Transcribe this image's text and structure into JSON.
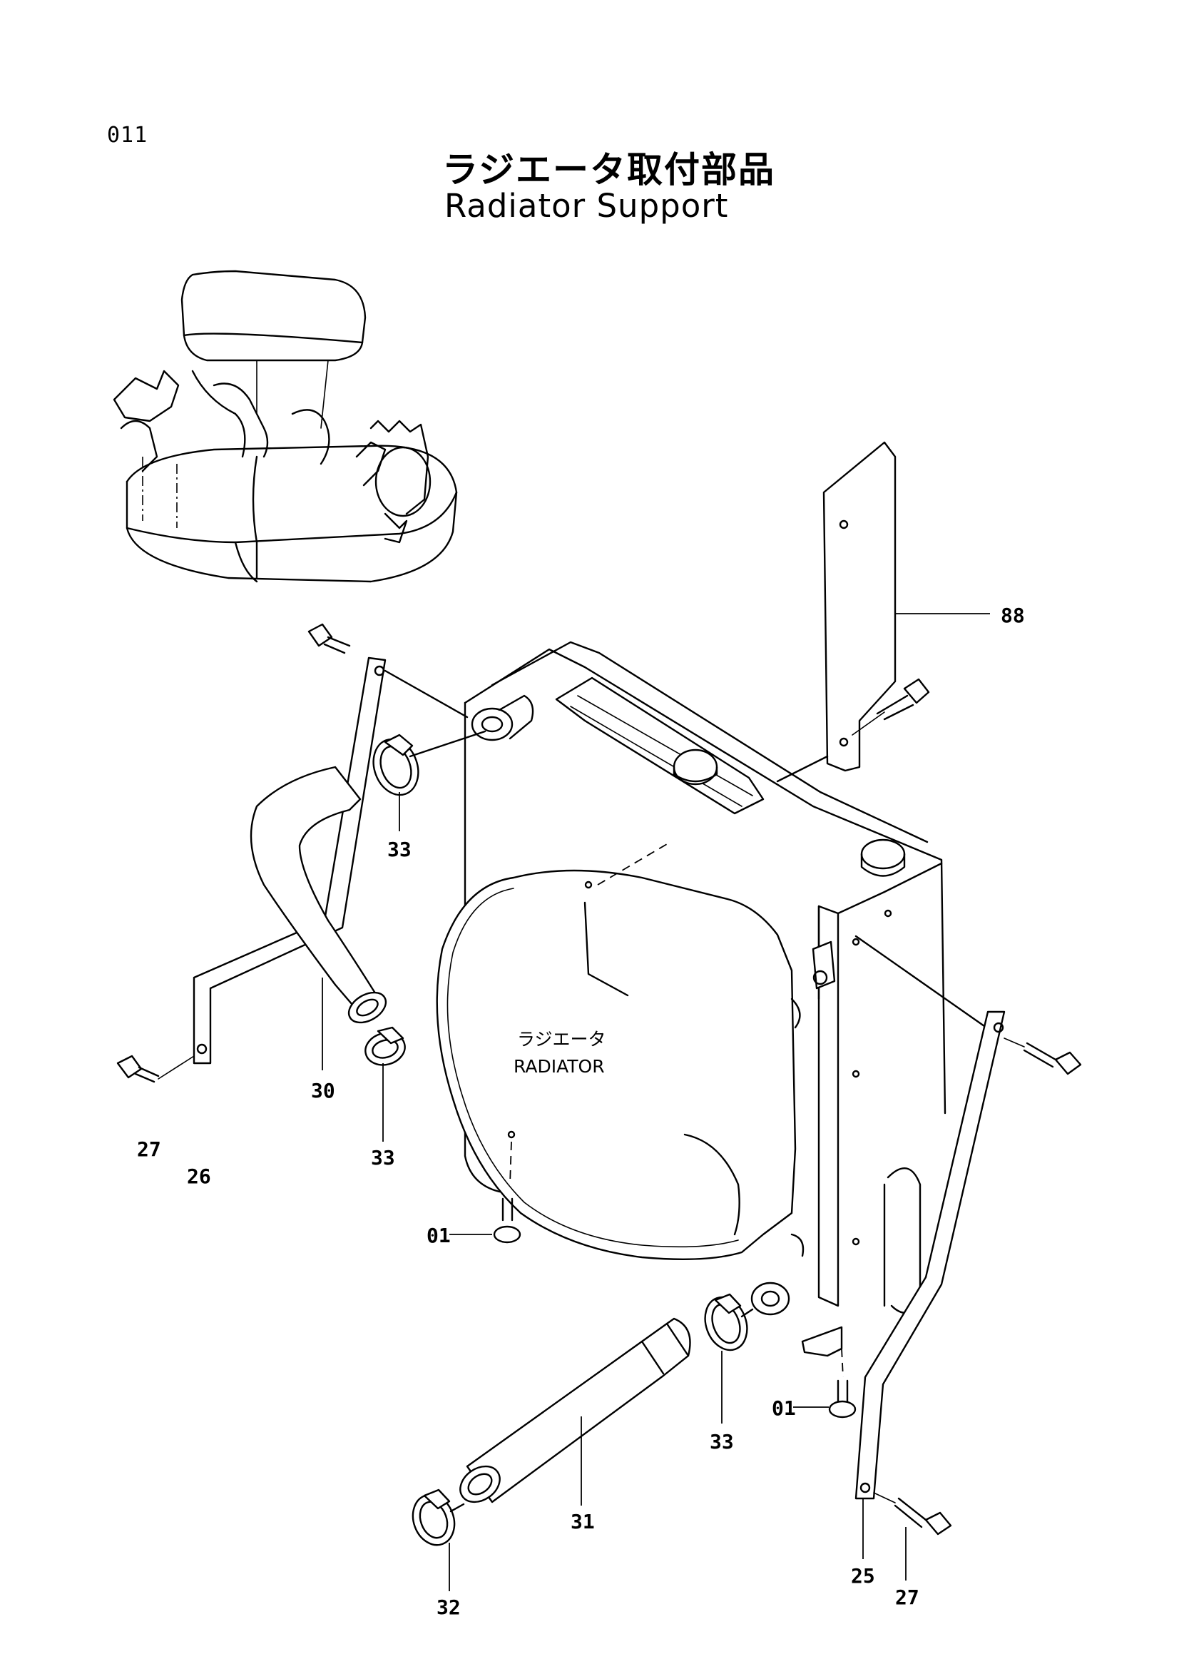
{
  "header": {
    "page_code": "011",
    "title_jp": "ラジエータ取付部品",
    "title_en": "Radiator Support"
  },
  "center_label": {
    "jp": "ラジエータ",
    "en": "RADIATOR"
  },
  "callouts": [
    {
      "id": "88",
      "label": "88"
    },
    {
      "id": "33a",
      "label": "33"
    },
    {
      "id": "30",
      "label": "30"
    },
    {
      "id": "33b",
      "label": "33"
    },
    {
      "id": "27a",
      "label": "27"
    },
    {
      "id": "26",
      "label": "26"
    },
    {
      "id": "01a",
      "label": "01"
    },
    {
      "id": "01b",
      "label": "01"
    },
    {
      "id": "33c",
      "label": "33"
    },
    {
      "id": "31",
      "label": "31"
    },
    {
      "id": "32",
      "label": "32"
    },
    {
      "id": "25",
      "label": "25"
    },
    {
      "id": "27b",
      "label": "27"
    }
  ],
  "colors": {
    "ink": "#000000",
    "paper": "#ffffff"
  }
}
